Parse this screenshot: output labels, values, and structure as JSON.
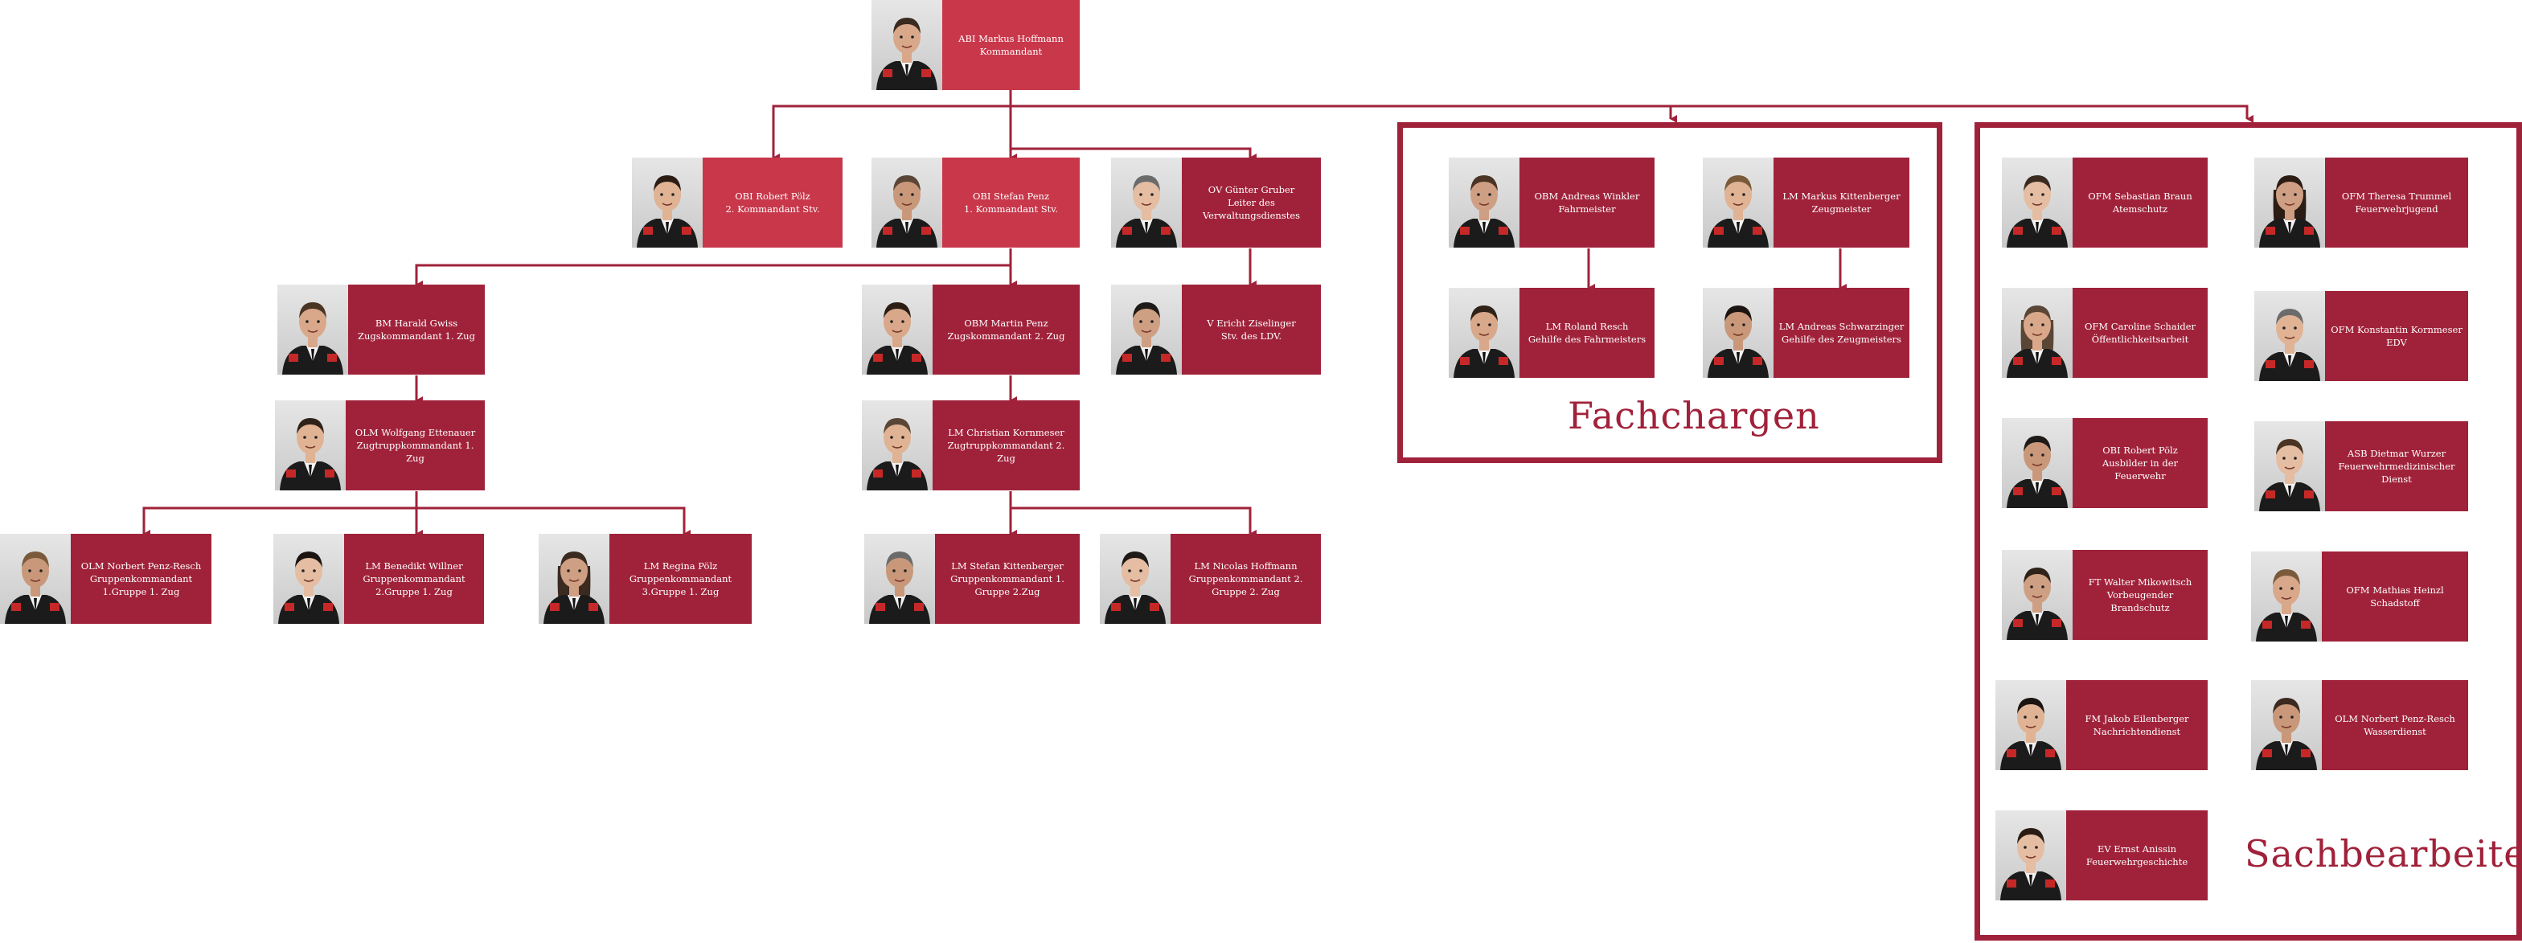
{
  "colors": {
    "primary": "#a0223a",
    "top_card": "#c8374a",
    "line": "#a0223a"
  },
  "people": {
    "kommandant": {
      "rank_name": "ABI Markus Hoffmann",
      "role": "Kommandant"
    },
    "stv2": {
      "rank_name": "OBI Robert Pölz",
      "role": "2. Kommandant Stv."
    },
    "stv1": {
      "rank_name": "OBI Stefan Penz",
      "role": "1. Kommandant Stv."
    },
    "verwaltung": {
      "rank_name": "OV Günter Gruber",
      "role": "Leiter des Verwaltungsdienstes"
    },
    "verwaltung_stv": {
      "rank_name": "V Ericht Ziselinger",
      "role": "Stv. des LDV."
    },
    "zug1": {
      "rank_name": "BM Harald Gwiss",
      "role": "Zugskommandant 1. Zug"
    },
    "zug1_trupp": {
      "rank_name": "OLM Wolfgang Ettenauer",
      "role": "Zugtruppkommandant 1. Zug"
    },
    "zug1_gr1": {
      "rank_name": "OLM Norbert Penz-Resch",
      "role": "Gruppenkommandant 1.Gruppe 1. Zug"
    },
    "zug1_gr2": {
      "rank_name": "LM Benedikt Willner",
      "role": "Gruppenkommandant 2.Gruppe 1. Zug"
    },
    "zug1_gr3": {
      "rank_name": "LM Regina Pölz",
      "role": "Gruppenkommandant 3.Gruppe 1. Zug"
    },
    "zug2": {
      "rank_name": "OBM Martin Penz",
      "role": "Zugskommandant 2. Zug"
    },
    "zug2_trupp": {
      "rank_name": "LM Christian Kornmeser",
      "role": "Zugtruppkommandant 2. Zug"
    },
    "zug2_gr1": {
      "rank_name": "LM Stefan Kittenberger",
      "role": "Gruppenkommandant 1. Gruppe 2.Zug"
    },
    "zug2_gr2": {
      "rank_name": "LM Nicolas Hoffmann",
      "role": "Gruppenkommandant 2. Gruppe 2. Zug"
    },
    "fahrmeister": {
      "rank_name": "OBM Andreas Winkler",
      "role": "Fahrmeister"
    },
    "fahrmeister_gehilfe": {
      "rank_name": "LM Roland Resch",
      "role": "Gehilfe des Fahrmeisters"
    },
    "zeugmeister": {
      "rank_name": "LM Markus Kittenberger",
      "role": "Zeugmeister"
    },
    "zeugmeister_gehilfe": {
      "rank_name": "LM Andreas Schwarzinger",
      "role": "Gehilfe des Zeugmeisters"
    },
    "sb1": {
      "rank_name": "OFM Sebastian Braun",
      "role": "Atemschutz"
    },
    "sb2": {
      "rank_name": "OFM Theresa Trummel",
      "role": "Feuerwehrjugend"
    },
    "sb3": {
      "rank_name": "OFM Caroline Schaider",
      "role": "Öffentlichkeitsarbeit"
    },
    "sb4": {
      "rank_name": "OFM Konstantin Kornmeser",
      "role": "EDV"
    },
    "sb5": {
      "rank_name": "OBI Robert Pölz",
      "role": "Ausbilder in der Feuerwehr"
    },
    "sb6": {
      "rank_name": "ASB Dietmar Wurzer",
      "role": "Feuerwehrmedizinischer Dienst"
    },
    "sb7": {
      "rank_name": "FT Walter Mikowitsch",
      "role": "Vorbeugender Brandschutz"
    },
    "sb8": {
      "rank_name": "OFM Mathias Heinzl",
      "role": "Schadstoff"
    },
    "sb9": {
      "rank_name": "FM Jakob Eilenberger",
      "role": "Nachrichtendienst"
    },
    "sb10": {
      "rank_name": "OLM Norbert Penz-Resch",
      "role": "Wasserdienst"
    },
    "sb11": {
      "rank_name": "EV Ernst Anissin",
      "role": "Feuerwehrgeschichte"
    }
  },
  "sections": {
    "fachchargen": "Fachchargen",
    "sachbearbeiter": "Sachbearbeiter"
  }
}
